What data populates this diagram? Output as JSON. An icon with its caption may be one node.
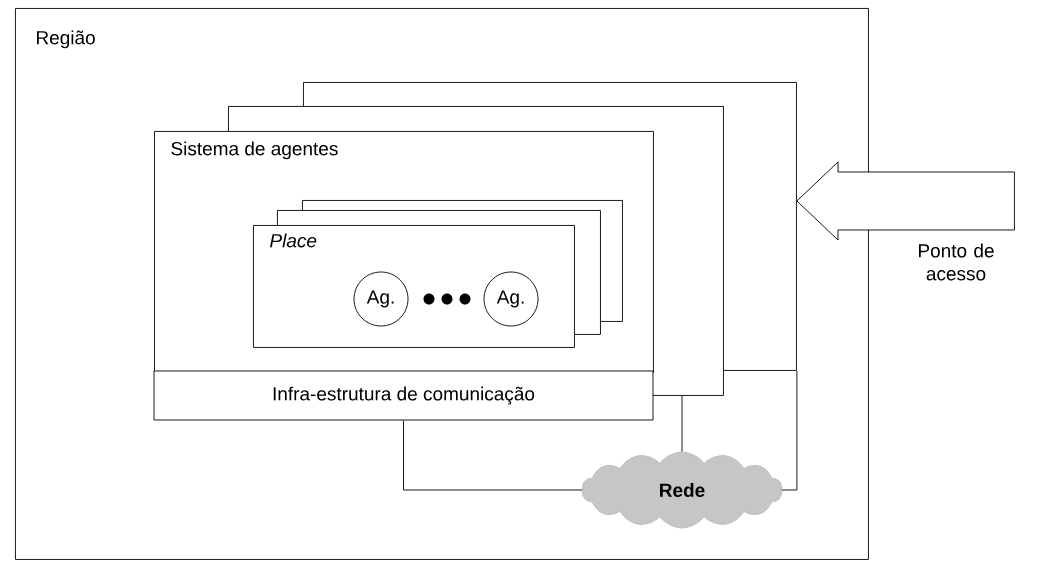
{
  "diagram": {
    "nodes": [
      {
        "text": [
          "Região"
        ]
      },
      {
        "text": [],
        "shape": "box",
        "in": 0
      },
      {
        "text": [],
        "shape": "box",
        "in": 0
      },
      {
        "text": [
          "Sistema de agentes"
        ],
        "in": 0
      },
      {
        "text": [],
        "shape": "box"
      },
      {
        "text": [],
        "shape": "box",
        "in": 3
      },
      {
        "text": [
          "*Place*"
        ],
        "in": 3
      },
      {
        "text": [
          "Ag."
        ]
      },
      {
        "text": [
          "Ag."
        ]
      },
      {
        "text": [
          "Infra-estrutura de comunicação"
        ],
        "in": 0
      },
      {
        "text": [
          "**Rede**"
        ],
        "in": 0
      },
      {
        "text": [
          "Ponto de acesso"
        ]
      }
    ],
    "edges": [
      {
        "from": 9,
        "to": 10,
        "arrow": "none"
      },
      {
        "from": 2,
        "to": 10,
        "arrow": "none"
      },
      {
        "from": 1,
        "to": 10,
        "arrow": "none"
      },
      {
        "from": 11,
        "to": 1,
        "arrow": "to"
      }
    ]
  }
}
